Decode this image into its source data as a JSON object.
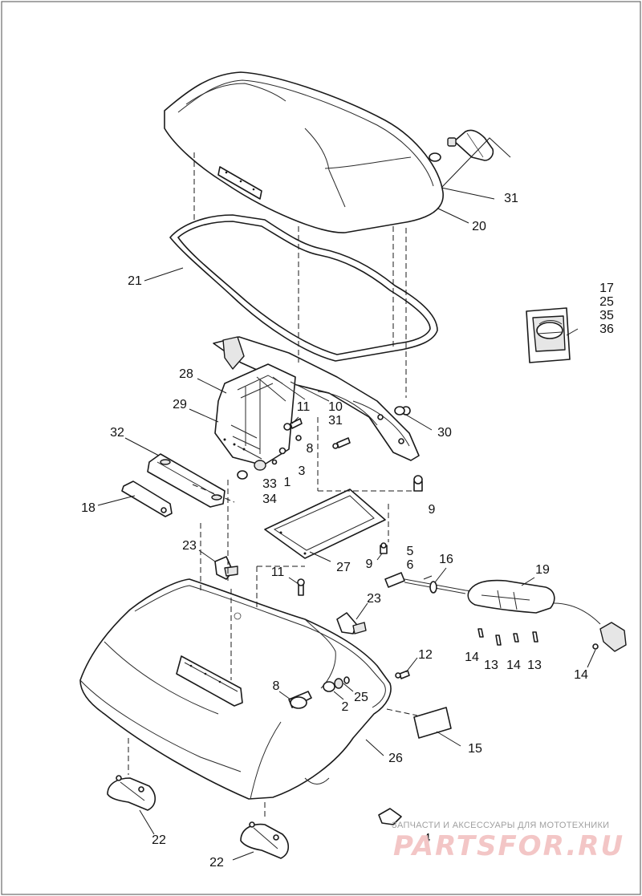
{
  "diagram": {
    "callouts": {
      "c31": "31",
      "c20": "20",
      "c21": "21",
      "c17": "17",
      "c25a": "25",
      "c35": "35",
      "c36": "36",
      "c28": "28",
      "c29": "29",
      "c11a": "11",
      "c8a": "8",
      "c10": "10",
      "c31b": "31",
      "c30": "30",
      "c3": "3",
      "c1": "1",
      "c32": "32",
      "c33": "33",
      "c34": "34",
      "c9a": "9",
      "c18": "18",
      "c27": "27",
      "c9b": "9",
      "c5": "5",
      "c6": "6",
      "c16": "16",
      "c19": "19",
      "c23a": "23",
      "c11b": "11",
      "c23b": "23",
      "c14a": "14",
      "c13a": "13",
      "c14b": "14",
      "c13b": "13",
      "c14c": "14",
      "c12": "12",
      "c8b": "8",
      "c2": "2",
      "c25b": "25",
      "c15": "15",
      "c26": "26",
      "c22a": "22",
      "c22b": "22",
      "c4": "4"
    }
  },
  "watermark": {
    "tagline": "ЗАПЧАСТИ И АКСЕССУАРЫ ДЛЯ МОТОТЕХНИКИ",
    "brand": "PARTSFOR.RU"
  }
}
